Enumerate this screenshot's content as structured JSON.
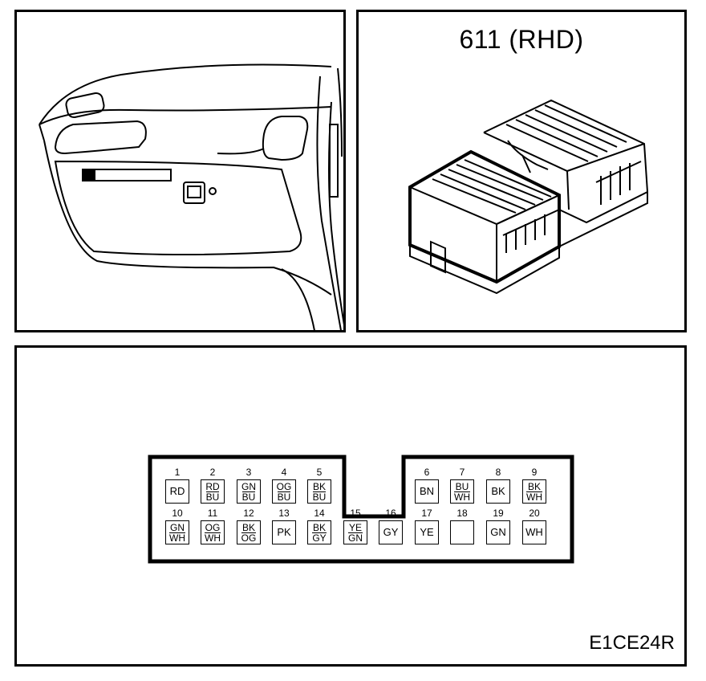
{
  "location_view": {
    "icon": "glovebox-dashboard-illustration"
  },
  "connector_view": {
    "title": "611 (RHD)",
    "icon": "connector-housing-illustration"
  },
  "pinout": {
    "figure_code": "E1CE24R",
    "top_row": [
      {
        "num": "1",
        "colors": [
          "RD"
        ]
      },
      {
        "num": "2",
        "colors": [
          "RD",
          "BU"
        ]
      },
      {
        "num": "3",
        "colors": [
          "GN",
          "BU"
        ]
      },
      {
        "num": "4",
        "colors": [
          "OG",
          "BU"
        ]
      },
      {
        "num": "5",
        "colors": [
          "BK",
          "BU"
        ]
      },
      {
        "num": "6",
        "colors": [
          "BN"
        ]
      },
      {
        "num": "7",
        "colors": [
          "BU",
          "WH"
        ]
      },
      {
        "num": "8",
        "colors": [
          "BK"
        ]
      },
      {
        "num": "9",
        "colors": [
          "BK",
          "WH"
        ]
      }
    ],
    "bottom_row": [
      {
        "num": "10",
        "colors": [
          "GN",
          "WH"
        ]
      },
      {
        "num": "11",
        "colors": [
          "OG",
          "WH"
        ]
      },
      {
        "num": "12",
        "colors": [
          "BK",
          "OG"
        ]
      },
      {
        "num": "13",
        "colors": [
          "PK"
        ]
      },
      {
        "num": "14",
        "colors": [
          "BK",
          "GY"
        ]
      },
      {
        "num": "15",
        "colors": [
          "YE",
          "GN"
        ]
      },
      {
        "num": "16",
        "colors": [
          "GY"
        ]
      },
      {
        "num": "17",
        "colors": [
          "YE"
        ]
      },
      {
        "num": "18",
        "colors": []
      },
      {
        "num": "19",
        "colors": [
          "GN"
        ]
      },
      {
        "num": "20",
        "colors": [
          "WH"
        ]
      }
    ]
  }
}
